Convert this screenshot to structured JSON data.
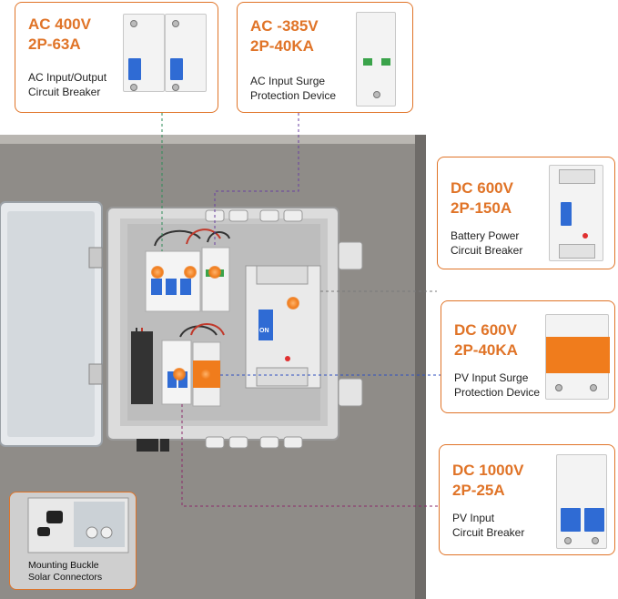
{
  "callouts": {
    "ac_breaker": {
      "spec_line1": "AC 400V",
      "spec_line2": "2P-63A",
      "desc_line1": "AC Input/Output",
      "desc_line2": "Circuit Breaker"
    },
    "ac_spd": {
      "spec_line1": "AC -385V",
      "spec_line2": "2P-40KA",
      "desc_line1": "AC Input Surge",
      "desc_line2": "Protection Device"
    },
    "battery_breaker": {
      "spec_line1": "DC 600V",
      "spec_line2": "2P-150A",
      "desc_line1": "Battery Power",
      "desc_line2": "Circuit Breaker"
    },
    "pv_spd": {
      "spec_line1": "DC 600V",
      "spec_line2": "2P-40KA",
      "desc_line1": "PV Input Surge",
      "desc_line2": "Protection Device"
    },
    "pv_breaker": {
      "spec_line1": "DC 1000V",
      "spec_line2": "2P-25A",
      "desc_line1": "PV Input",
      "desc_line2": "Circuit Breaker"
    }
  },
  "inset": {
    "line1": "Mounting Buckle",
    "line2": "Solar Connectors"
  },
  "device_texts": {
    "on_label": "ON"
  },
  "colors": {
    "accent": "#e07428",
    "breaker_blue": "#2f6bd4",
    "spd_orange": "#f07c1c",
    "enclosure": "#dcdcdc",
    "wall": "#8f8c88"
  }
}
